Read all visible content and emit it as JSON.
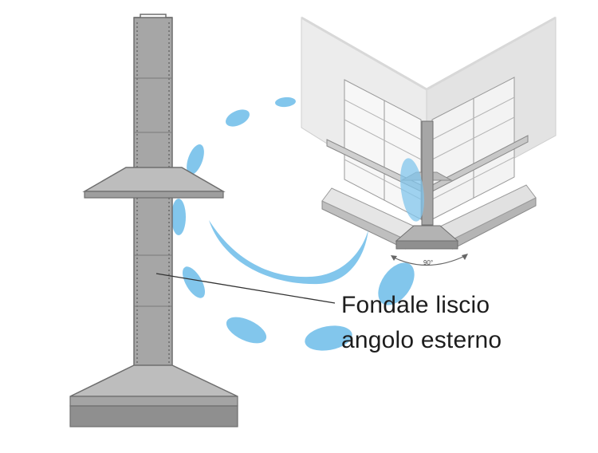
{
  "diagram": {
    "caption_line1": "Fondale liscio",
    "caption_line2": "angolo esterno",
    "angle_label": "90°",
    "colors": {
      "column_fill": "#a6a6a6",
      "column_stroke": "#6e6e6e",
      "shelf_fill": "#bdbdbd",
      "base_fill": "#8f8f8f",
      "wall_fill": "#ececec",
      "accent_blue": "#7fc4ea",
      "leader_line": "#333333"
    }
  }
}
